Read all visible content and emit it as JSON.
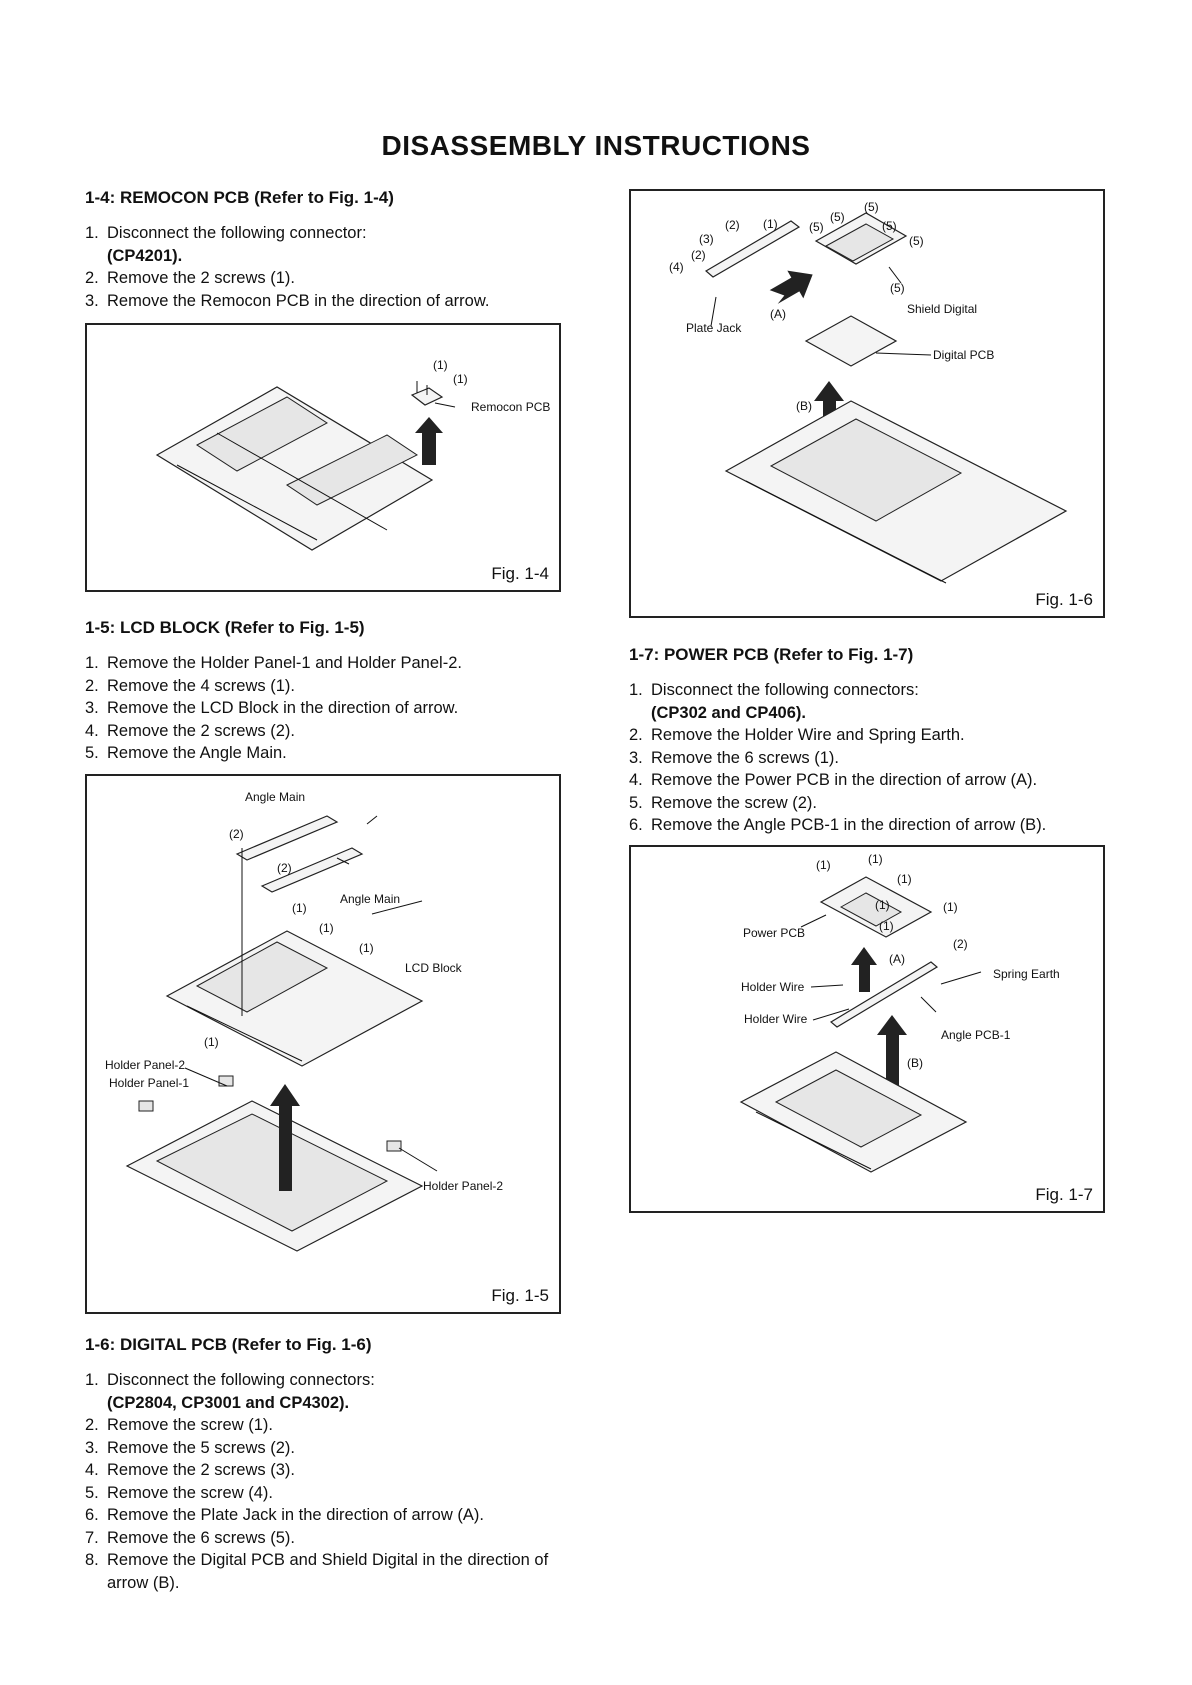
{
  "title": "DISASSEMBLY  INSTRUCTIONS",
  "s14": {
    "head": "1-4: REMOCON PCB (Refer to Fig. 1-4)",
    "steps": [
      {
        "n": "1.",
        "t": "Disconnect the following connector:",
        "b": "(CP4201)."
      },
      {
        "n": "2.",
        "t": "Remove the 2 screws (1)."
      },
      {
        "n": "3.",
        "t": "Remove the Remocon PCB in the direction of arrow."
      }
    ]
  },
  "fig14": {
    "caption": "Fig. 1-4",
    "l1a": "(1)",
    "l1b": "(1)",
    "remocon": "Remocon PCB"
  },
  "s15": {
    "head": "1-5: LCD BLOCK (Refer to Fig. 1-5)",
    "steps": [
      {
        "n": "1.",
        "t": "Remove the Holder Panel-1 and Holder Panel-2."
      },
      {
        "n": "2.",
        "t": "Remove the 4 screws (1)."
      },
      {
        "n": "3.",
        "t": "Remove the LCD Block in the direction of arrow."
      },
      {
        "n": "4.",
        "t": "Remove the 2 screws (2)."
      },
      {
        "n": "5.",
        "t": "Remove the Angle Main."
      }
    ]
  },
  "fig15": {
    "caption": "Fig. 1-5",
    "angle1": "Angle Main",
    "angle2": "Angle Main",
    "lcd": "LCD Block",
    "hp2a": "Holder Panel-2",
    "hp1": "Holder Panel-1",
    "hp2b": "Holder Panel-2",
    "s2a": "(2)",
    "s2b": "(2)",
    "s1a": "(1)",
    "s1b": "(1)",
    "s1c": "(1)",
    "s1d": "(1)"
  },
  "s16": {
    "head": "1-6: DIGITAL PCB (Refer to Fig. 1-6)",
    "steps": [
      {
        "n": "1.",
        "t": "Disconnect the following connectors:",
        "b": "(CP2804, CP3001 and CP4302)."
      },
      {
        "n": "2.",
        "t": "Remove the screw (1)."
      },
      {
        "n": "3.",
        "t": "Remove the 5 screws (2)."
      },
      {
        "n": "4.",
        "t": "Remove the 2 screws (3)."
      },
      {
        "n": "5.",
        "t": "Remove the screw (4)."
      },
      {
        "n": "6.",
        "t": "Remove the Plate Jack in the direction of arrow (A)."
      },
      {
        "n": "7.",
        "t": "Remove the 6 screws (5)."
      },
      {
        "n": "8.",
        "t": "Remove the Digital PCB and Shield Digital in the direction of arrow (B)."
      }
    ]
  },
  "fig16": {
    "caption": "Fig. 1-6",
    "plate": "Plate Jack",
    "shield": "Shield Digital",
    "digital": "Digital PCB",
    "a": "(A)",
    "b": "(B)",
    "s1": "(1)",
    "s2a": "(2)",
    "s2b": "(2)",
    "s3": "(3)",
    "s4": "(4)",
    "s5a": "(5)",
    "s5b": "(5)",
    "s5c": "(5)",
    "s5d": "(5)",
    "s5e": "(5)",
    "s5f": "(5)"
  },
  "s17": {
    "head": "1-7: POWER PCB (Refer to Fig. 1-7)",
    "steps": [
      {
        "n": "1.",
        "t": "Disconnect the following connectors:",
        "b": "(CP302 and CP406)."
      },
      {
        "n": "2.",
        "t": "Remove the Holder Wire and Spring Earth."
      },
      {
        "n": "3.",
        "t": "Remove the 6 screws (1)."
      },
      {
        "n": "4.",
        "t": "Remove the Power PCB in the direction of arrow (A)."
      },
      {
        "n": "5.",
        "t": "Remove the screw (2)."
      },
      {
        "n": "6.",
        "t": "Remove the Angle PCB-1 in the direction of arrow (B)."
      }
    ]
  },
  "fig17": {
    "caption": "Fig. 1-7",
    "power": "Power PCB",
    "hw1": "Holder Wire",
    "hw2": "Holder Wire",
    "spring": "Spring Earth",
    "angle": "Angle PCB-1",
    "a": "(A)",
    "b": "(B)",
    "s2": "(2)",
    "s1a": "(1)",
    "s1b": "(1)",
    "s1c": "(1)",
    "s1d": "(1)",
    "s1e": "(1)",
    "s1f": "(1)"
  }
}
